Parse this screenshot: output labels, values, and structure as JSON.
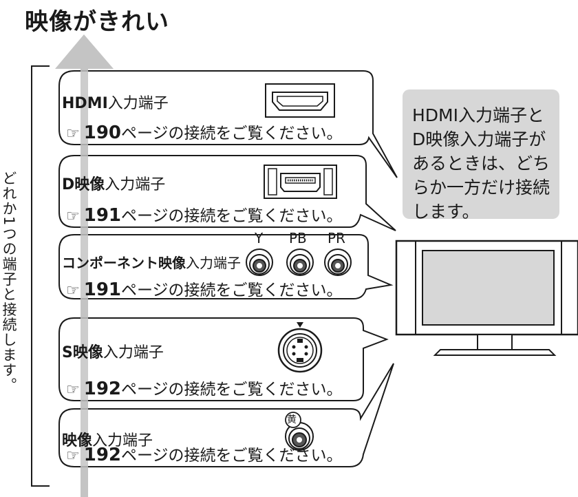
{
  "title": "映像がきれい",
  "vertical_label": "どれか1つの端子と接続します。",
  "note": "HDMI入力端子とD映像入力端子があるときは、どちらか一方だけ接続します。",
  "terminals": [
    {
      "name_bold": "HDMI",
      "name_rest": "入力端子",
      "ref_icon": "☞",
      "ref_page": "190",
      "ref_text": "ページの接続をご覧ください。",
      "jack_icon": "hdmi-port-icon"
    },
    {
      "name_bold": "D映像",
      "name_rest": "入力端子",
      "ref_icon": "☞",
      "ref_page": "191",
      "ref_text": "ページの接続をご覧ください。",
      "jack_icon": "d-terminal-port-icon"
    },
    {
      "name_bold": "コンポーネント映像",
      "name_rest": "入力端子",
      "ref_icon": "☞",
      "ref_page": "191",
      "ref_text": "ページの接続をご覧ください。",
      "jack_icon": "component-rca-jacks-icon"
    },
    {
      "name_bold": "S映像",
      "name_rest": "入力端子",
      "ref_icon": "☞",
      "ref_page": "192",
      "ref_text": "ページの接続をご覧ください。",
      "jack_icon": "s-video-port-icon"
    },
    {
      "name_bold": "映像",
      "name_rest": "入力端子",
      "ref_icon": "☞",
      "ref_page": "192",
      "ref_text": "ページの接続をご覧ください。",
      "jack_icon": "composite-rca-jack-icon"
    }
  ],
  "component_labels": {
    "y": "Y",
    "pb": "PB",
    "pr": "PR"
  },
  "composite_label": "黄",
  "colors": {
    "arrow": "#c4c4c4",
    "note_bg": "#d7d7d7",
    "stroke": "#1a1a1a"
  }
}
